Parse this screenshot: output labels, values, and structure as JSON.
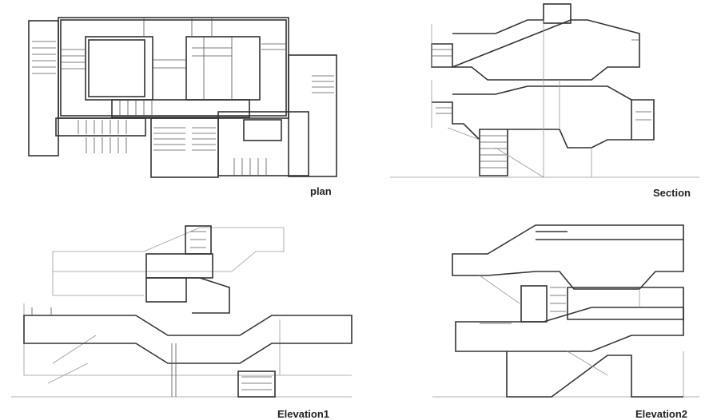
{
  "drawings": [
    {
      "label": "plan"
    },
    {
      "label": "Section"
    },
    {
      "label": "Elevation1"
    },
    {
      "label": "Elevation2"
    }
  ]
}
